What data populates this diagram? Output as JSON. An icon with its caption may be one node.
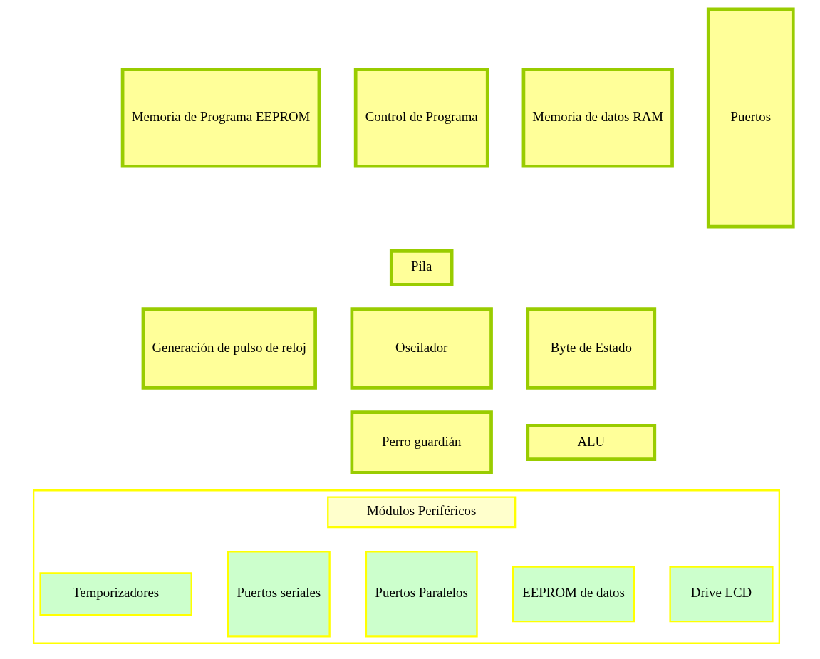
{
  "diagram": {
    "nodes": [
      {
        "text": [
          "Memoria de Programa EEPROM"
        ]
      },
      {
        "text": [
          "Control de Programa"
        ]
      },
      {
        "text": [
          "Memoria de datos RAM"
        ]
      },
      {
        "text": [
          "Puertos"
        ]
      },
      {
        "text": [
          "Pila"
        ]
      },
      {
        "text": [
          "Generación de pulso de reloj"
        ]
      },
      {
        "text": [
          "Oscilador"
        ]
      },
      {
        "text": [
          "Byte de Estado"
        ]
      },
      {
        "text": [
          "Perro guardián"
        ]
      },
      {
        "text": [
          "ALU"
        ]
      },
      {
        "text": [],
        "shape": "box"
      },
      {
        "text": [
          "Módulos Periféricos"
        ],
        "in": 10
      },
      {
        "text": [
          "Temporizadores"
        ],
        "in": 10
      },
      {
        "text": [
          "Puertos seriales"
        ],
        "in": 10
      },
      {
        "text": [
          "Puertos Paralelos"
        ],
        "in": 10
      },
      {
        "text": [
          "EEPROM de datos"
        ],
        "in": 10
      },
      {
        "text": [
          "Drive LCD"
        ],
        "in": 10
      }
    ],
    "edges": []
  }
}
